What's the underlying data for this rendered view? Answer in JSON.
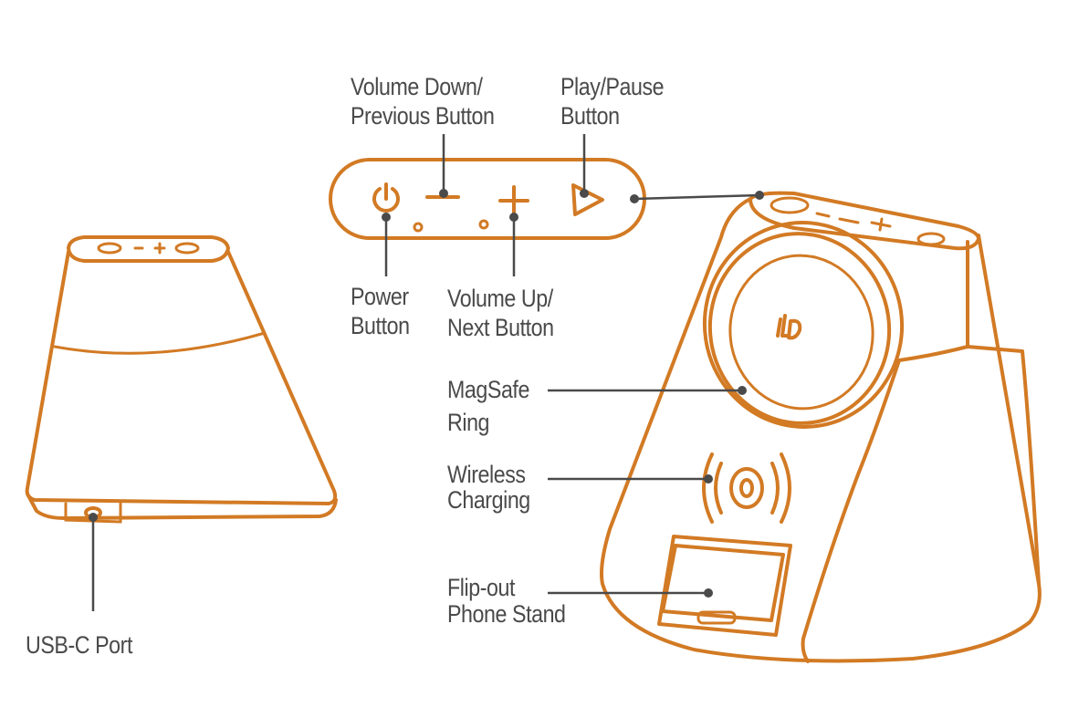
{
  "labels": {
    "volume_down": [
      "Volume Down/",
      "Previous Button"
    ],
    "play_pause": [
      "Play/Pause",
      "Button"
    ],
    "power": [
      "Power",
      "Button"
    ],
    "volume_up": [
      "Volume Up/",
      "Next Button"
    ],
    "magsafe": [
      "MagSafe",
      "Ring"
    ],
    "wireless": [
      "Wireless",
      "Charging"
    ],
    "flip_stand": [
      "Flip-out",
      "Phone Stand"
    ],
    "usb_c": "USB-C Port"
  },
  "colors": {
    "outline": "#d27a24",
    "leader": "#4a4a4a",
    "text": "#4a4a4a",
    "background": "#ffffff"
  },
  "icons": [
    "power-icon",
    "minus-icon",
    "plus-icon",
    "play-icon",
    "wireless-charging-icon",
    "brand-logo"
  ]
}
